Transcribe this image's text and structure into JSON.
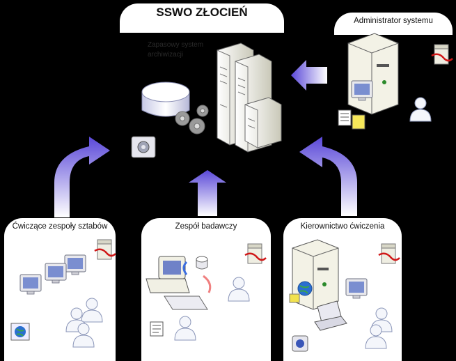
{
  "title": "SSWO ZŁOCIEŃ",
  "central_caption": [
    "Zapasowy system",
    "archiwizacji"
  ],
  "groups": {
    "admin": "Administrator systemu",
    "staffs": "Ćwiczące zespoły sztabów",
    "research": "Zespół badawczy",
    "directing": "Kierownictwo ćwiczenia"
  },
  "colors": {
    "background": "#000000",
    "panel": "#ffffff",
    "arrow_light": "#ffffff",
    "arrow_dark": "#5a48d8",
    "firewall_red": "#d01818",
    "server_beige": "#f0efe0"
  },
  "icons": [
    "database-icon",
    "gears-icon",
    "server-rack-icon",
    "server-tower-icon",
    "firewall-icon",
    "user-icon",
    "monitor-icon",
    "laptop-icon",
    "globe-icon",
    "tape-drive-icon",
    "document-icon",
    "folder-icon"
  ]
}
